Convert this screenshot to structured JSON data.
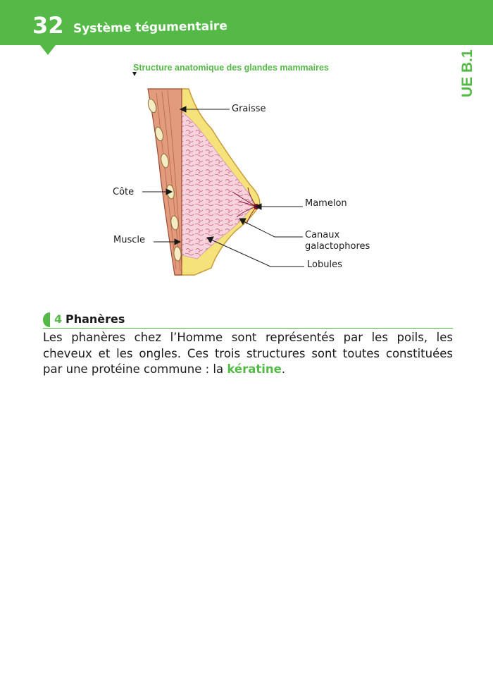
{
  "header": {
    "page_number": "32",
    "chapter_title": "Système tégumentaire"
  },
  "side_label": "UE B.1",
  "figure": {
    "caption": "Structure anatomique des glandes mammaires",
    "labels": {
      "graisse": "Graisse",
      "cote": "Côte",
      "muscle": "Muscle",
      "mamelon": "Mamelon",
      "canaux_line1": "Canaux",
      "canaux_line2": "galactophores",
      "lobules": "Lobules"
    },
    "colors": {
      "fat": "#f6e27a",
      "gland": "#f4c6d4",
      "muscle": "#e39b7e",
      "nipple": "#7a1230",
      "accent": "#55b947"
    }
  },
  "section": {
    "number": "4",
    "title": "Phanères",
    "text_before": "Les phanères chez l’Homme sont représentés par les poils, les cheveux et les ongles. Ces trois structures sont toutes constituées par une protéine commune : la ",
    "keyword": "kératine",
    "text_after": "."
  }
}
